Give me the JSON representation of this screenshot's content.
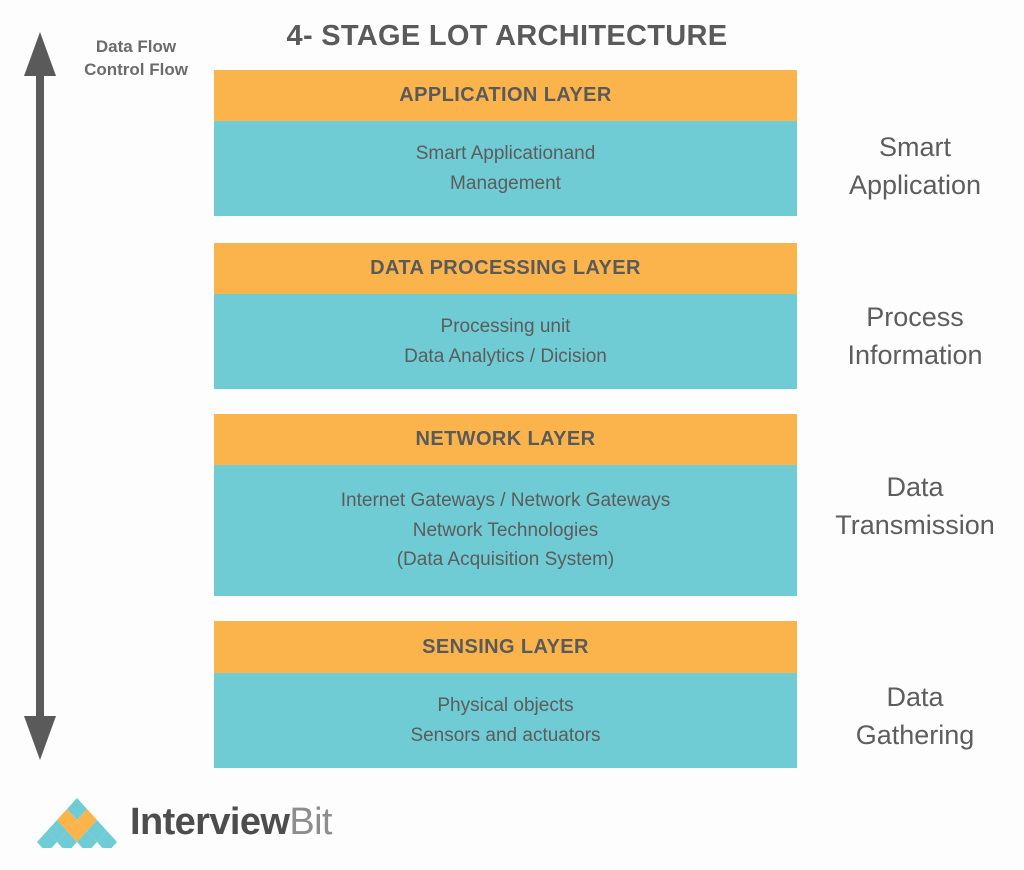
{
  "title": "4- STAGE LOT ARCHITECTURE",
  "flow": {
    "arrow_icon": "double-headed-vertical-arrow-icon",
    "line1": "Data Flow",
    "line2": "Control Flow",
    "color": "#5a5a5a"
  },
  "colors": {
    "header_band": "#fbb44c",
    "body_band": "#6fcbd4",
    "text": "#5a5a5a",
    "background": "#fdfdfd"
  },
  "layers": [
    {
      "header": "APPLICATION LAYER",
      "body": [
        "Smart Applicationand",
        "Management"
      ],
      "stage": [
        "Smart",
        "Application"
      ]
    },
    {
      "header": "DATA PROCESSING LAYER",
      "body": [
        "Processing unit",
        "Data Analytics / Dicision"
      ],
      "stage": [
        "Process",
        "Information"
      ]
    },
    {
      "header": "NETWORK LAYER",
      "body": [
        "Internet Gateways / Network Gateways",
        "Network Technologies",
        "(Data Acquisition System)"
      ],
      "stage": [
        "Data",
        "Transmission"
      ]
    },
    {
      "header": "SENSING LAYER",
      "body": [
        "Physical objects",
        "Sensors and actuators"
      ],
      "stage": [
        "Data",
        "Gathering"
      ]
    }
  ],
  "logo": {
    "mark_icon": "interviewbit-diamond-triangle-logo-icon",
    "name_bold": "Interview",
    "name_light": "Bit",
    "mark_teal": "#6fcbd4",
    "mark_orange": "#fbb44c"
  }
}
